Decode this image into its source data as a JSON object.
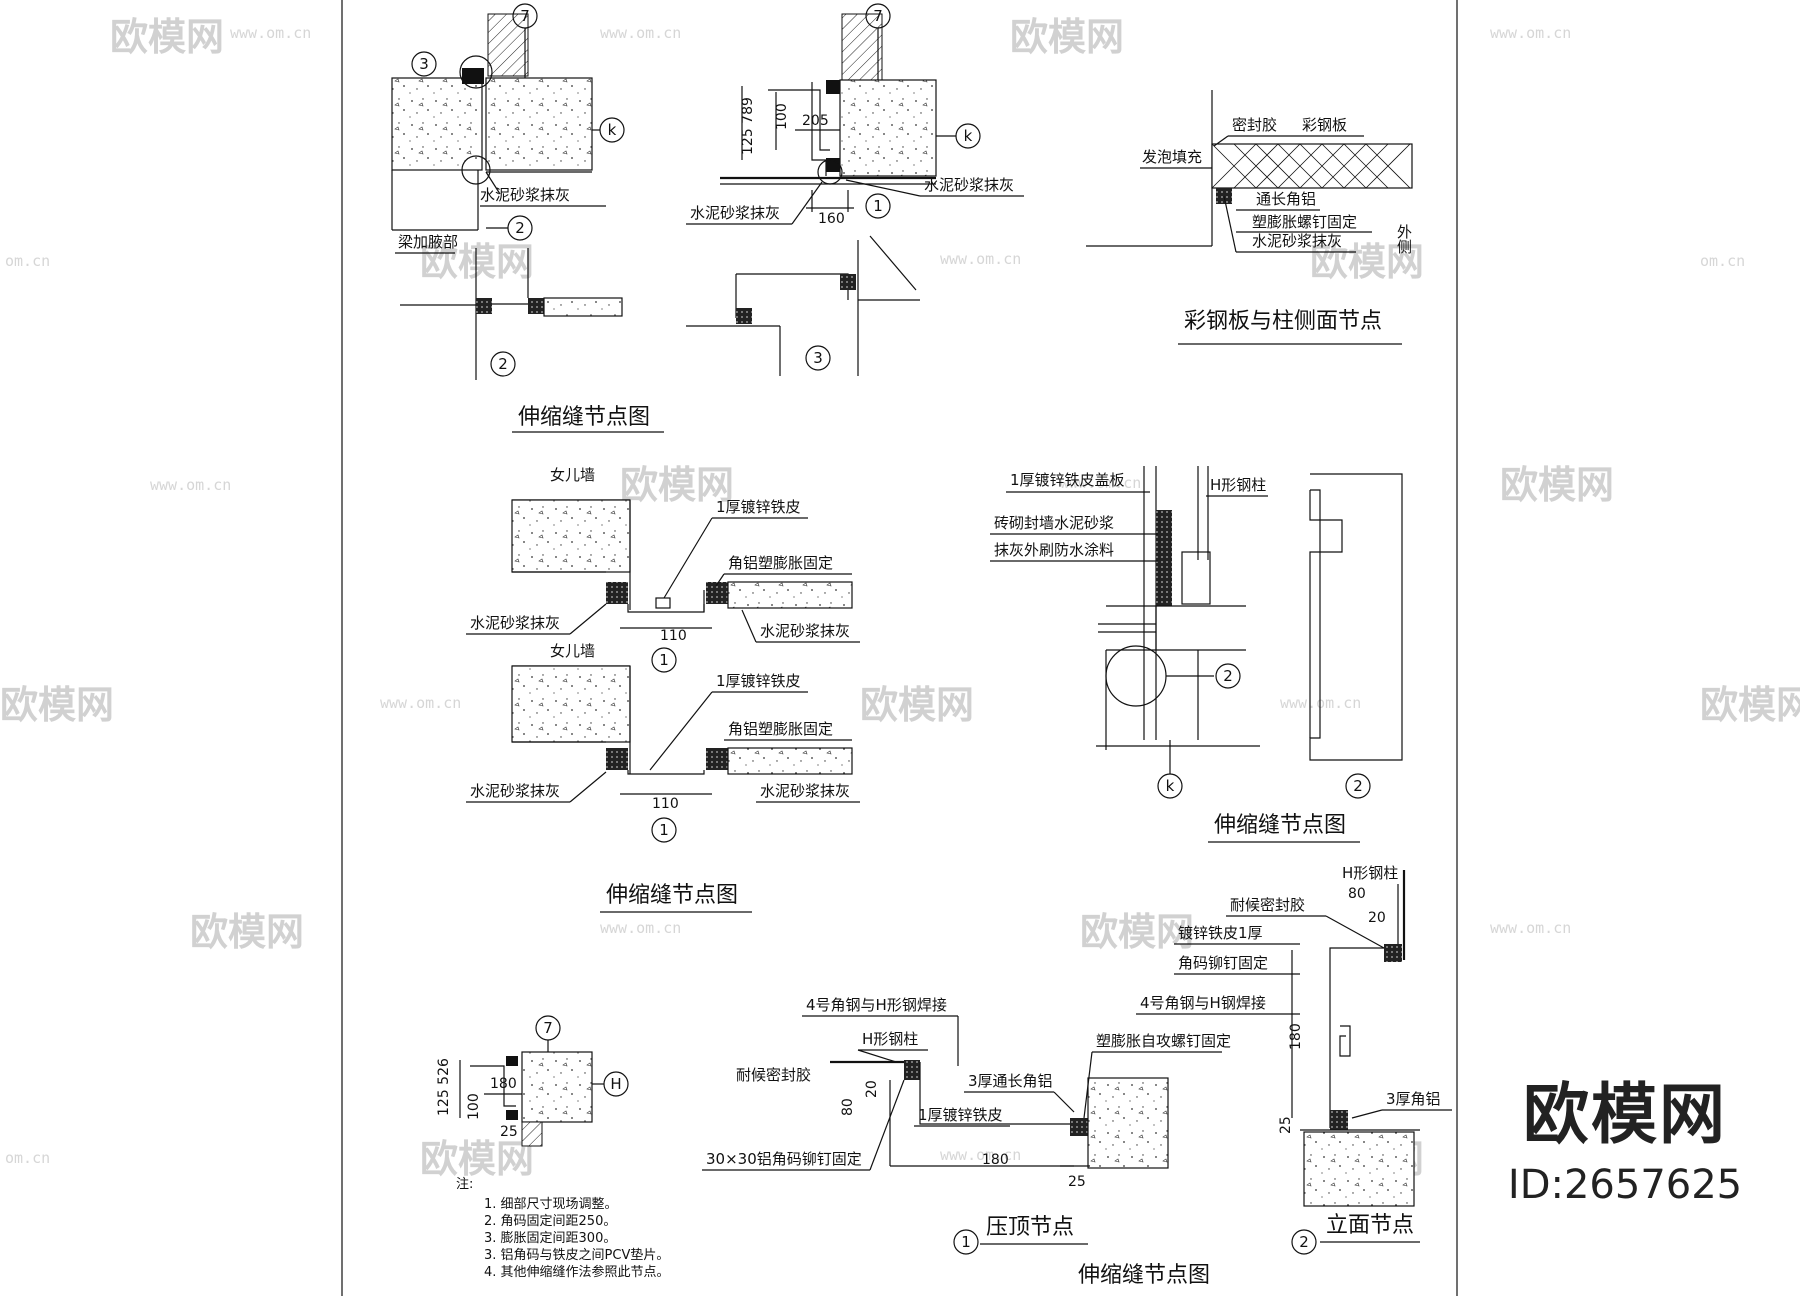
{
  "watermark": {
    "brand": "欧模网",
    "url": "www.om.cn",
    "url_short": "om.cn"
  },
  "brand_corner": {
    "name": "欧模网",
    "id": "ID:2657625"
  },
  "panel_top_left": {
    "title": "伸缩缝节点图",
    "labels": {
      "mortar": "水泥砂浆抹灰",
      "add_wall": "梁加腋部"
    },
    "callouts": {
      "c7": "7",
      "c3": "3",
      "ck": "k",
      "c2": "2"
    }
  },
  "panel_top_middle": {
    "labels": {
      "mortar_right": "水泥砂浆抹灰",
      "mortar_left": "水泥砂浆抹灰"
    },
    "dims": {
      "d125_789": "125 789",
      "d100": "100",
      "d205": "205",
      "d160": "160"
    },
    "callouts": {
      "c7": "7",
      "ck": "k",
      "c1": "1",
      "c3": "3"
    }
  },
  "panel_top_right": {
    "title": "彩钢板与柱侧面节点",
    "labels": {
      "sealant": "密封胶",
      "color_steel": "彩钢板",
      "foam": "发泡填充",
      "angle_al": "通长角铝",
      "expansion_screw": "塑膨胀螺钉固定",
      "mortar": "水泥砂浆抹灰",
      "outside": "外侧"
    }
  },
  "panel_middle_left": {
    "title": "伸缩缝节点图",
    "labels": {
      "parapet": "女儿墙",
      "galv_sheet": "1厚镀锌铁皮",
      "angle_fix": "角铝塑膨胀固定",
      "mortar": "水泥砂浆抹灰"
    },
    "dims": {
      "d110": "110"
    },
    "callouts": {
      "c1": "1"
    }
  },
  "panel_middle_right": {
    "title": "伸缩缝节点图",
    "labels": {
      "cover_plate": "1厚镀锌铁皮盖板",
      "h_column": "H形钢柱",
      "brick_seal": "砖砌封墙水泥砂浆",
      "paint": "抹灰外刷防水涂料"
    },
    "callouts": {
      "c2": "2",
      "ck": "k"
    }
  },
  "panel_bottom_left": {
    "dims": {
      "d125_526": "125 526",
      "d180": "180",
      "d100": "100",
      "d25": "25"
    },
    "callouts": {
      "c7": "7",
      "cH": "H"
    },
    "notes_heading": "注:",
    "notes": [
      "1.  细部尺寸现场调整。",
      "2.  角码固定间距250。",
      "3.  膨胀固定间距300。",
      "3.  铝角码与铁皮之间PCV垫片。",
      "4.  其他伸缩缝作法参照此节点。"
    ]
  },
  "panel_bottom_middle": {
    "title": "压顶节点",
    "labels": {
      "angle_weld": "4号角钢与H形钢焊接",
      "h_column": "H形钢柱",
      "weather_sealant": "耐候密封胶",
      "angle_al_3": "3厚通长角铝",
      "galv": "1厚镀锌铁皮",
      "self_tap": "塑膨胀自攻螺钉固定",
      "al_code": "30×30铝角码铆钉固定"
    },
    "dims": {
      "d20": "20",
      "d80": "80",
      "d180": "180",
      "d25": "25"
    },
    "callouts": {
      "c1": "1"
    }
  },
  "panel_bottom_right": {
    "title": "立面节点",
    "labels": {
      "h_column": "H形钢柱",
      "weather_sealant": "耐候密封胶",
      "galv": "镀锌铁皮1厚",
      "angle_rivet": "角码铆钉固定",
      "angle_weld": "4号角钢与H钢焊接",
      "angle_al": "3厚角铝"
    },
    "dims": {
      "d80": "80",
      "d20": "20",
      "d180": "180",
      "d25": "25"
    },
    "callouts": {
      "c2": "2"
    }
  },
  "bottom_title": "伸缩缝节点图"
}
